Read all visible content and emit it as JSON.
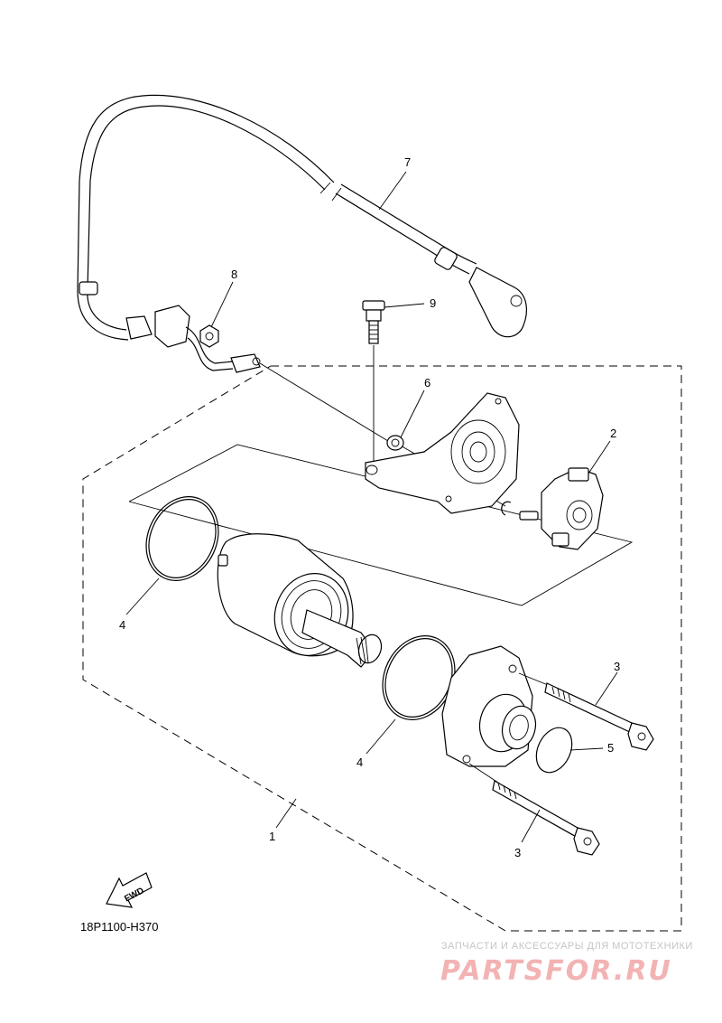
{
  "diagram": {
    "callouts": [
      {
        "id": "c1",
        "label": "1"
      },
      {
        "id": "c2",
        "label": "2"
      },
      {
        "id": "c3a",
        "label": "3"
      },
      {
        "id": "c3b",
        "label": "3"
      },
      {
        "id": "c4a",
        "label": "4"
      },
      {
        "id": "c4b",
        "label": "4"
      },
      {
        "id": "c5",
        "label": "5"
      },
      {
        "id": "c6",
        "label": "6"
      },
      {
        "id": "c7",
        "label": "7"
      },
      {
        "id": "c8",
        "label": "8"
      },
      {
        "id": "c9",
        "label": "9"
      }
    ],
    "fwd_label": "FWD",
    "diagram_code": "18P1100-H370"
  },
  "watermark": {
    "tagline": "ЗАПЧАСТИ И АКСЕССУАРЫ ДЛЯ МОТОТЕХНИКИ",
    "logo": "PARTSFOR.RU",
    "color": "#f3b3b3"
  }
}
